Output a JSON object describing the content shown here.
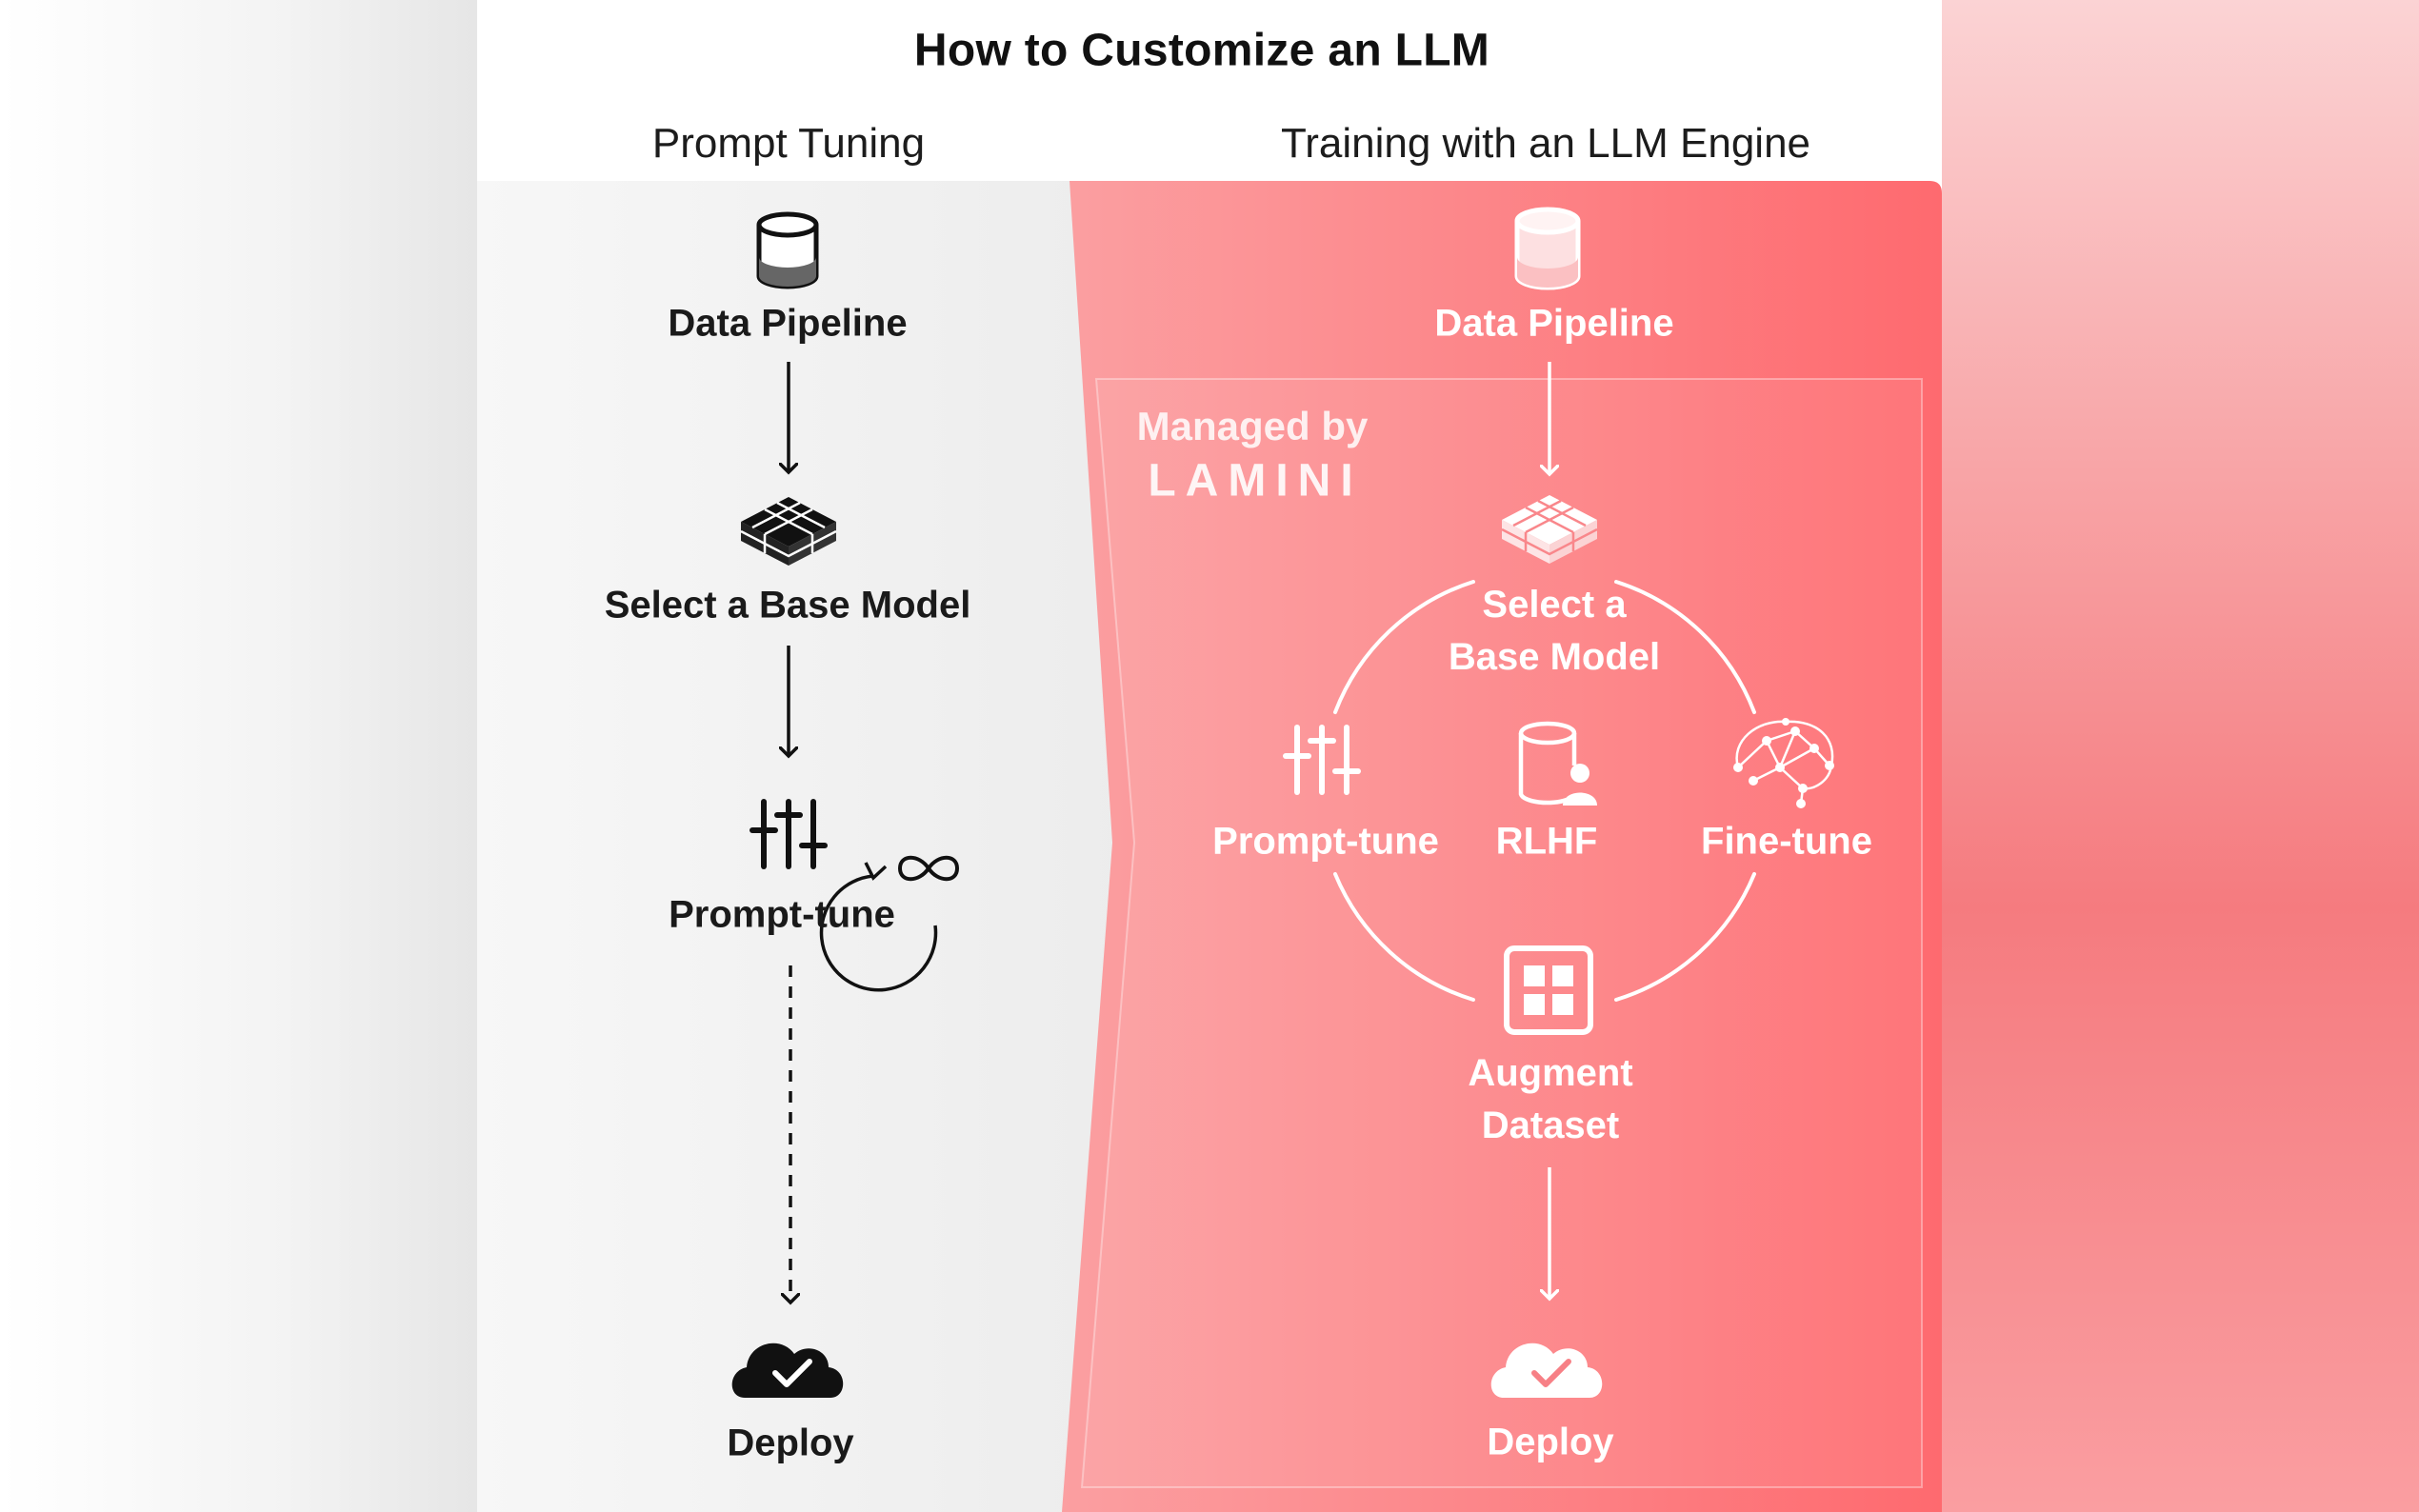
{
  "title": "How to Customize an LLM",
  "left": {
    "heading": "Prompt Tuning",
    "steps": {
      "data_pipeline": "Data Pipeline",
      "select_base_model": "Select a Base Model",
      "prompt_tune": "Prompt-tune",
      "deploy": "Deploy"
    }
  },
  "right": {
    "heading": "Training with an LLM Engine",
    "managed_by": "Managed by",
    "brand": "LAMINI",
    "steps": {
      "data_pipeline": "Data Pipeline",
      "select_base_model": "Select a Base Model",
      "prompt_tune": "Prompt-tune",
      "rlhf": "RLHF",
      "fine_tune": "Fine-tune",
      "augment_dataset": "Augment Dataset",
      "deploy": "Deploy"
    }
  },
  "colors": {
    "accent_gradient_start": "#fb9fa1",
    "accent_gradient_end": "#fe6a6f",
    "dark": "#111111"
  }
}
